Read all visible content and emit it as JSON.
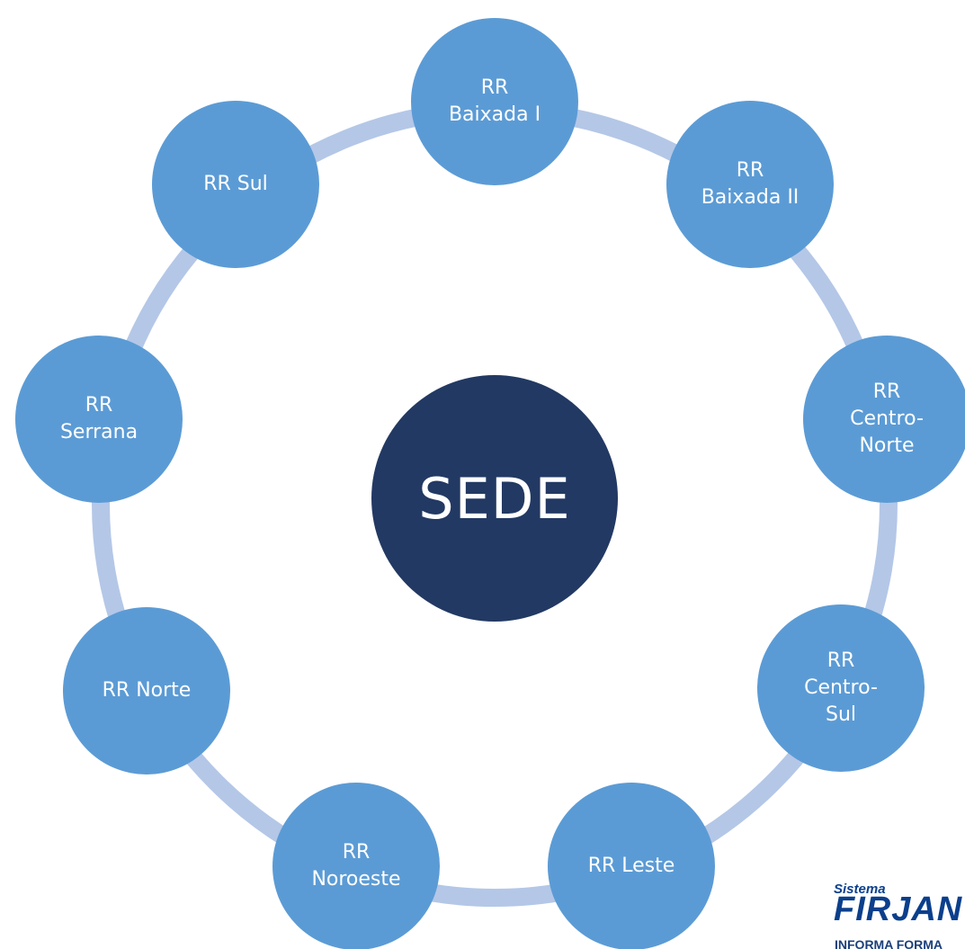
{
  "colors": {
    "ring": "#b4c7e7",
    "node": "#5b9bd5",
    "center": "#223963",
    "text": "#ffffff",
    "logo": "#0b3f8c"
  },
  "center": {
    "label": "SEDE"
  },
  "nodes": [
    {
      "id": "baixada-1",
      "label": "RR\nBaixada I"
    },
    {
      "id": "baixada-2",
      "label": "RR\nBaixada II"
    },
    {
      "id": "centro-norte",
      "label": "RR\nCentro-\nNorte"
    },
    {
      "id": "centro-sul",
      "label": "RR\nCentro-\nSul"
    },
    {
      "id": "leste",
      "label": "RR Leste"
    },
    {
      "id": "noroeste",
      "label": "RR\nNoroeste"
    },
    {
      "id": "norte",
      "label": "RR Norte"
    },
    {
      "id": "serrana",
      "label": "RR\nSerrana"
    },
    {
      "id": "sul",
      "label": "RR Sul"
    }
  ],
  "logo": {
    "small": "Sistema",
    "name": "FIRJAN",
    "tagline": "INFORMA FORMA"
  }
}
